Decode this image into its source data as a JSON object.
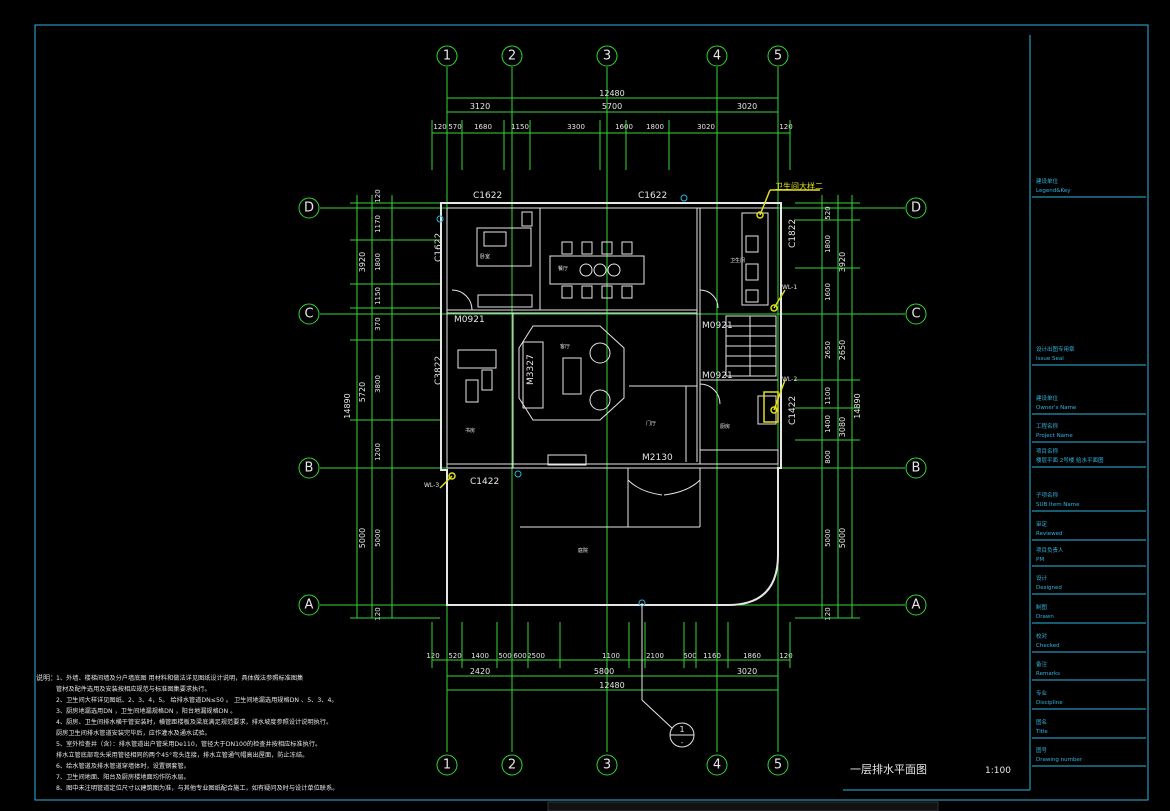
{
  "drawing": {
    "title": "一层排水平面图",
    "scale": "1:100",
    "detail_ref": "1",
    "detail_sub": "-"
  },
  "grid_axes": {
    "columns": [
      "1",
      "2",
      "3",
      "4",
      "5"
    ],
    "rows": [
      "D",
      "C",
      "B",
      "A"
    ]
  },
  "dimensions": {
    "top_total": "12480",
    "top_mid": [
      "3120",
      "5700",
      "3020"
    ],
    "top_detail": [
      "120",
      "570",
      "1680",
      "1150",
      "3300",
      "1600",
      "1800",
      "3020",
      "120"
    ],
    "bottom_detail": [
      "120",
      "520",
      "1400",
      "500",
      "600",
      "2500",
      "1100",
      "2100",
      "500",
      "1160",
      "1860",
      "120"
    ],
    "bottom_mid": [
      "2420",
      "5800",
      "3020"
    ],
    "bottom_total": "12480",
    "left_outer": [
      "3920",
      "5720",
      "5000"
    ],
    "left_total": "14890",
    "left_inner": [
      "120",
      "1170",
      "1800",
      "1150",
      "370",
      "3800",
      "1200",
      "5000",
      "120"
    ],
    "right_outer": [
      "3920",
      "2650",
      "3080",
      "5000"
    ],
    "right_total": "14890",
    "right_inner": [
      "520",
      "1800",
      "1600",
      "2650",
      "1100",
      "1400",
      "800",
      "5000",
      "120"
    ]
  },
  "openings": {
    "c1622_a": "C1622",
    "c1622_b": "C1622",
    "c1622_c": "C1622",
    "c3822": "C3822",
    "c1822": "C1822",
    "c1422_a": "C1422",
    "c1422_b": "C1422",
    "m0921_a": "M0921",
    "m0921_b": "M0921",
    "m0921_c": "M0921",
    "m3327": "M3327",
    "m2130": "M2130"
  },
  "pipe_labels": {
    "wl1": "WL-1",
    "wl2": "WL-2",
    "wl3": "WL-3",
    "toilet_note": "卫生间大样二"
  },
  "notes": {
    "prefix": "说明：",
    "lines": [
      "1、外墙、楼梯间墙及分户墙底图  用材料和做法详见图纸设计说明，具体做法参照标准图集",
      "   管材及配件选用及安装按相应规范与标准图集要求执行。",
      "2、卫生间大样详见图纸、2、3、4，5。   给排水管道DN≤50 。   卫生间地漏选用规格DN 、5、3、4。",
      "3、厨房地漏选用DN ，卫生间地漏规格DN ，阳台地漏规格DN 。",
      "4、厨房、卫生间排水横干管安装时，横管距楼板及梁底满足规范要求，排水坡度参照设计说明执行。",
      "   厨房卫生间排水管道安装完毕后，应作灌水及通水试验。",
      "5、室外检查井（含）：排水管道出户管采用De110，管径大于DN100的检查井按相应标准执行。",
      "   排水立管底部弯头采用管径相同的两个45°弯头连接，排水立管通气帽高出屋面，防止冻结。",
      "6、给水管道及排水管道穿墙体时，设置钢套管。",
      "7、卫生间地面、阳台及厨房楼地面均作防水层。",
      "8、图中未注明管道定位尺寸以建筑图为准，与其他专业图纸配合施工，如有疑问及时与设计单位联系。"
    ]
  },
  "title_block": {
    "items": [
      {
        "cn": "建设单位",
        "en": "Legend&Key"
      },
      {
        "cn": "设计出图专用章",
        "en": "Issue Seal"
      },
      {
        "cn": "建设单位",
        "en": "Owner's Name"
      },
      {
        "cn": "工程名称",
        "en": "Project Name"
      },
      {
        "cn": "项目名称",
        "en": "楼层平面 2号楼 给水平面图"
      },
      {
        "cn": "子项名称",
        "en": "SUB Item Name"
      },
      {
        "cn": "审定",
        "en": "Reviewed"
      },
      {
        "cn": "项目负责人",
        "en": "PM"
      },
      {
        "cn": "设计",
        "en": "Designed"
      },
      {
        "cn": "制图",
        "en": "Drawn"
      },
      {
        "cn": "校对",
        "en": "Checked"
      },
      {
        "cn": "备注",
        "en": "Remarks"
      },
      {
        "cn": "专业",
        "en": "Discipline"
      },
      {
        "cn": "图名",
        "en": "Title"
      },
      {
        "cn": "图号",
        "en": "Drawing number"
      }
    ]
  },
  "rooms": {
    "bedroom": "卧室",
    "dining": "餐厅",
    "living": "客厅",
    "study": "书房",
    "foyer": "门厅",
    "yard": "庭院",
    "toilet": "卫生间",
    "kitchen": "厨房"
  },
  "colors": {
    "background": "#000000",
    "dimension": "#33d633",
    "wall": "#e6e6e6",
    "pipe": "#2fb4e0",
    "fixture": "#e0e020"
  }
}
